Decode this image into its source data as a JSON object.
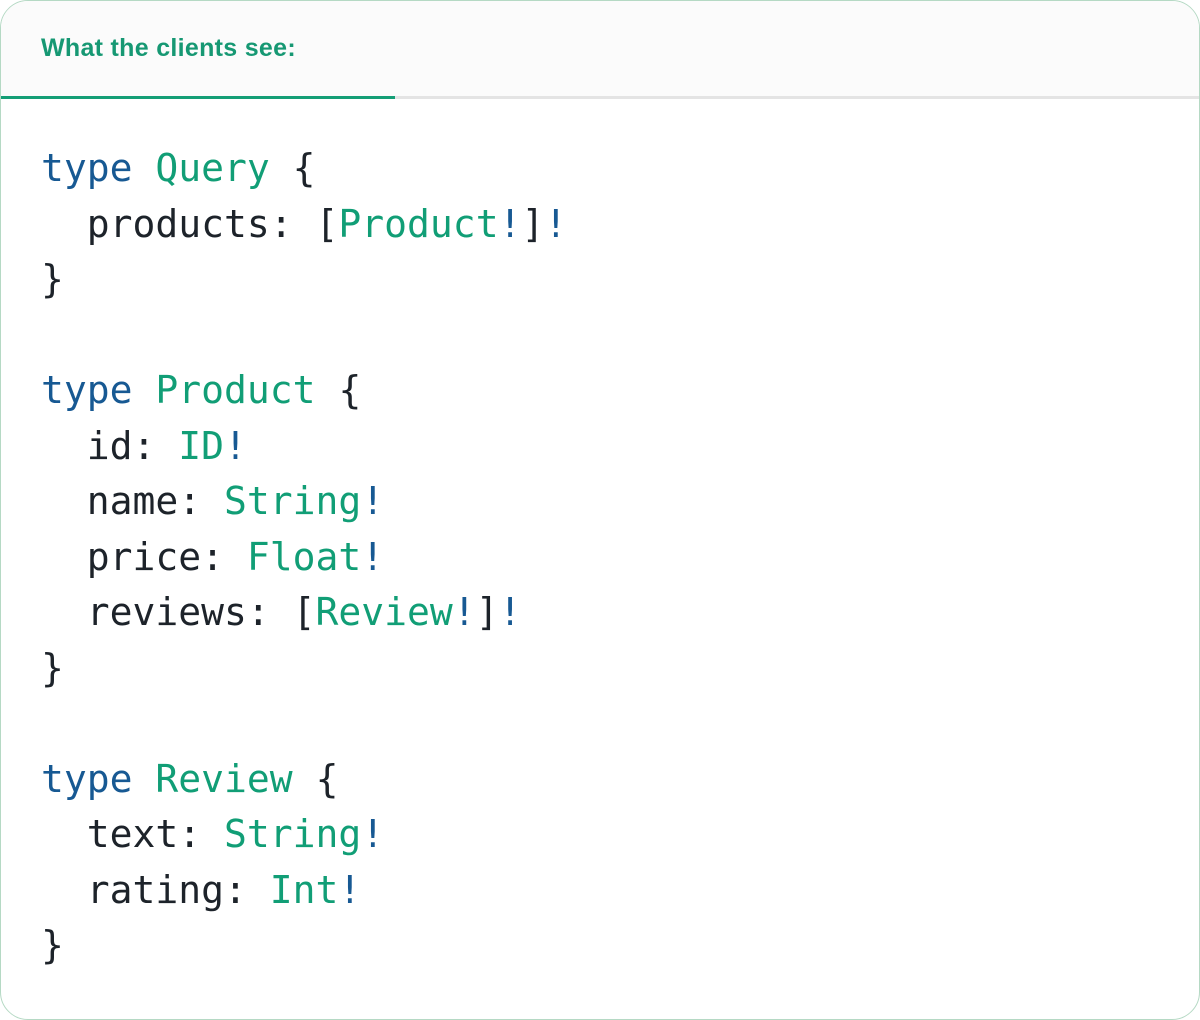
{
  "card": {
    "tab_label": "What the clients see:"
  },
  "palette": {
    "tab_text": "#169873",
    "tab_underline": "#149e76",
    "tabbar_divider": "#e4e4e4",
    "tabbar_background": "#fbfbfb",
    "card_border": "#b5d9c4",
    "code_keyword": "#175993",
    "code_typename": "#119e76",
    "code_plain": "#1d232a",
    "code_bang": "#175993"
  },
  "code": {
    "language": "graphql",
    "lines": [
      [
        {
          "t": "type",
          "c": "keyword"
        },
        {
          "t": " ",
          "c": "plain"
        },
        {
          "t": "Query",
          "c": "type"
        },
        {
          "t": " {",
          "c": "plain"
        }
      ],
      [
        {
          "t": "  products: [",
          "c": "plain"
        },
        {
          "t": "Product",
          "c": "type"
        },
        {
          "t": "!",
          "c": "bang"
        },
        {
          "t": "]",
          "c": "plain"
        },
        {
          "t": "!",
          "c": "bang"
        }
      ],
      [
        {
          "t": "}",
          "c": "plain"
        }
      ],
      [],
      [
        {
          "t": "type",
          "c": "keyword"
        },
        {
          "t": " ",
          "c": "plain"
        },
        {
          "t": "Product",
          "c": "type"
        },
        {
          "t": " {",
          "c": "plain"
        }
      ],
      [
        {
          "t": "  id: ",
          "c": "plain"
        },
        {
          "t": "ID",
          "c": "type"
        },
        {
          "t": "!",
          "c": "bang"
        }
      ],
      [
        {
          "t": "  name: ",
          "c": "plain"
        },
        {
          "t": "String",
          "c": "type"
        },
        {
          "t": "!",
          "c": "bang"
        }
      ],
      [
        {
          "t": "  price: ",
          "c": "plain"
        },
        {
          "t": "Float",
          "c": "type"
        },
        {
          "t": "!",
          "c": "bang"
        }
      ],
      [
        {
          "t": "  reviews: [",
          "c": "plain"
        },
        {
          "t": "Review",
          "c": "type"
        },
        {
          "t": "!",
          "c": "bang"
        },
        {
          "t": "]",
          "c": "plain"
        },
        {
          "t": "!",
          "c": "bang"
        }
      ],
      [
        {
          "t": "}",
          "c": "plain"
        }
      ],
      [],
      [
        {
          "t": "type",
          "c": "keyword"
        },
        {
          "t": " ",
          "c": "plain"
        },
        {
          "t": "Review",
          "c": "type"
        },
        {
          "t": " {",
          "c": "plain"
        }
      ],
      [
        {
          "t": "  text: ",
          "c": "plain"
        },
        {
          "t": "String",
          "c": "type"
        },
        {
          "t": "!",
          "c": "bang"
        }
      ],
      [
        {
          "t": "  rating: ",
          "c": "plain"
        },
        {
          "t": "Int",
          "c": "type"
        },
        {
          "t": "!",
          "c": "bang"
        }
      ],
      [
        {
          "t": "}",
          "c": "plain"
        }
      ]
    ]
  }
}
